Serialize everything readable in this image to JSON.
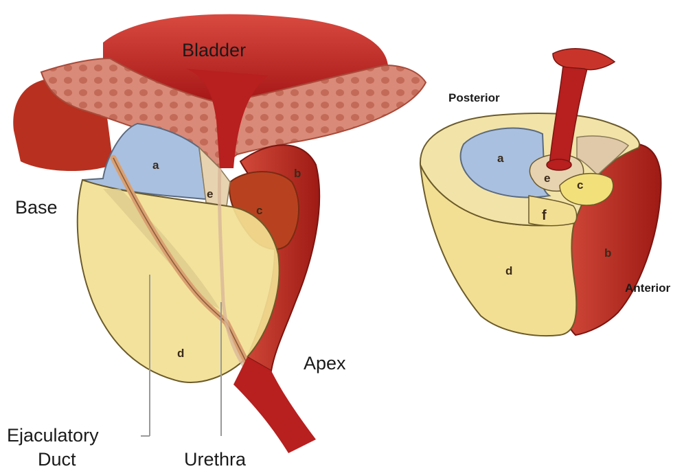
{
  "title": "",
  "colors": {
    "bladder": "#b81f1f",
    "bladder_light": "#d9463a",
    "muscle_band": "#d98a78",
    "muscle_band_dots": "#c36a58",
    "central_zone": "#a9c0e0",
    "transition_zone": "#e7d3b0",
    "peripheral_zone": "#f2df93",
    "fibromuscular_stroma": "#c23322",
    "anterior_zone_c": "#b8421f",
    "urethra": "#c0291d",
    "outline": "#6b5a2a"
  },
  "labels": {
    "bladder": "Bladder",
    "base": "Base",
    "apex": "Apex",
    "ejaculatory_duct_line1": "Ejaculatory",
    "ejaculatory_duct_line2": "Duct",
    "urethra": "Urethra",
    "posterior": "Posterior",
    "anterior": "Anterior"
  },
  "zones_left": {
    "a": "a",
    "b": "b",
    "c": "c",
    "d": "d",
    "e": "e"
  },
  "zones_right": {
    "a": "a",
    "b": "b",
    "c": "c",
    "d": "d",
    "e": "e",
    "f": "f"
  }
}
